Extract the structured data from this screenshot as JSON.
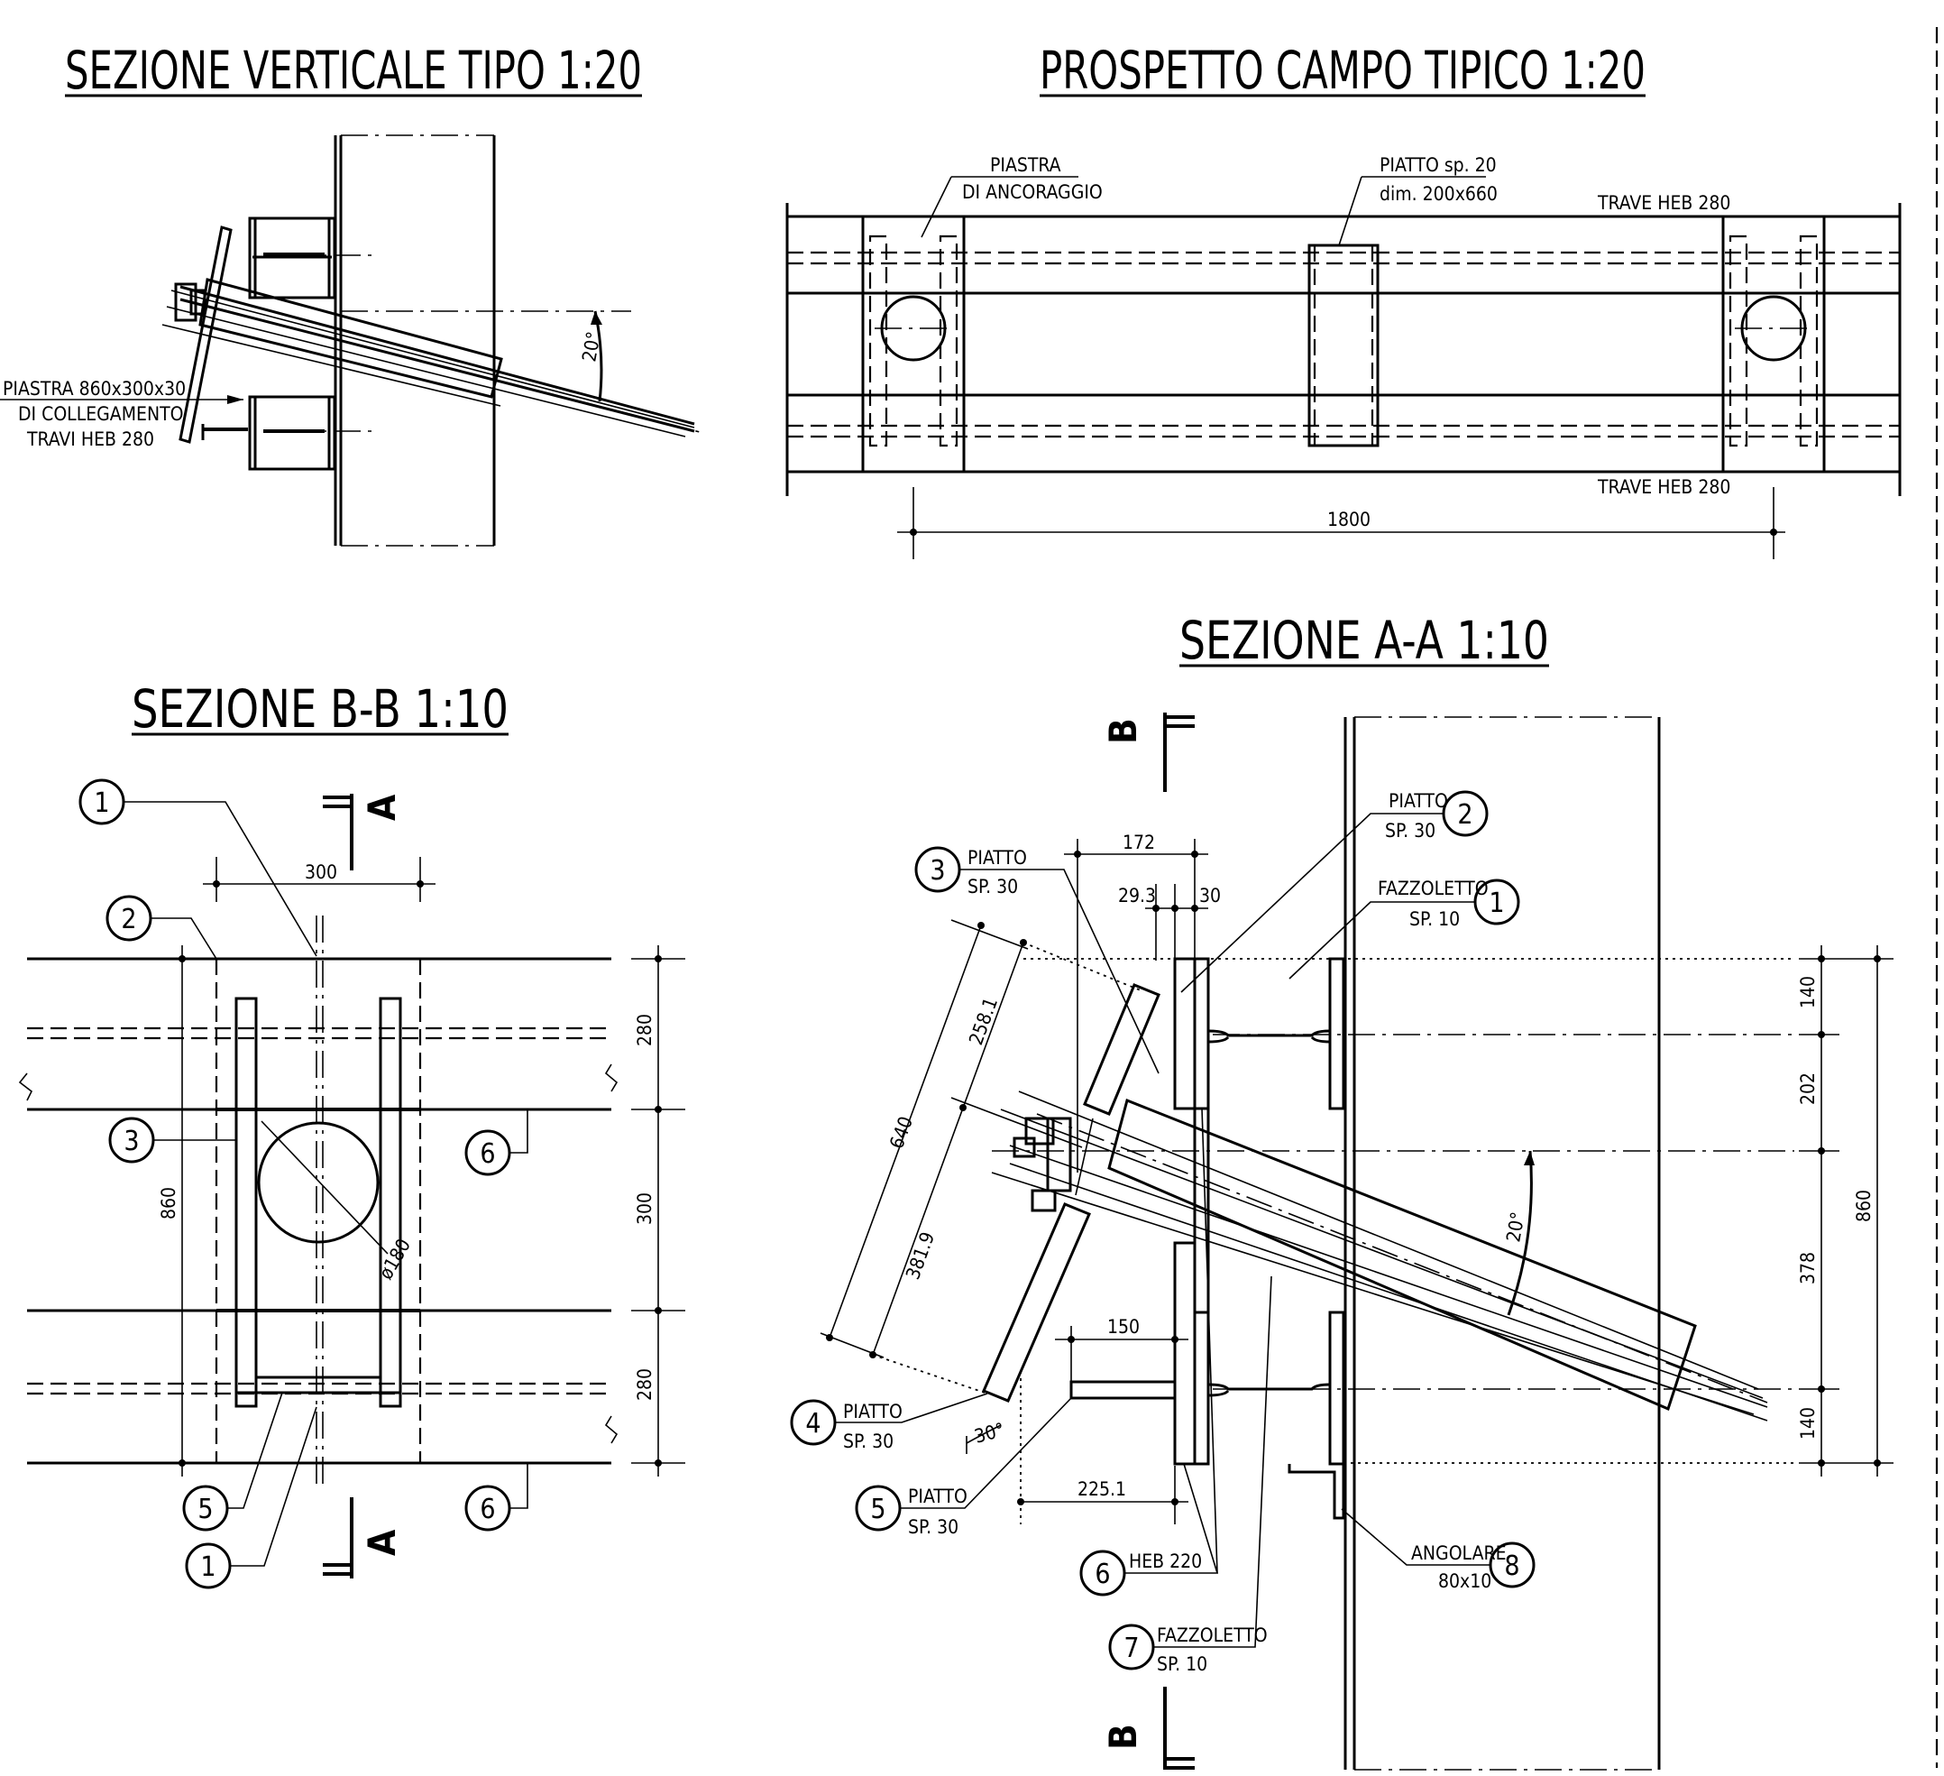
{
  "titles": {
    "vertical_section": "SEZIONE VERTICALE TIPO  1:20",
    "elevation": "PROSPETTO CAMPO TIPICO  1:20",
    "section_aa": "SEZIONE A-A  1:10",
    "section_bb": "SEZIONE B-B  1:10"
  },
  "vertical_section": {
    "plate_label": [
      "PIASTRA 860x300x30",
      "DI COLLEGAMENTO",
      "TRAVI HEB 280"
    ],
    "angle": "20°"
  },
  "elevation": {
    "anchor_plate": [
      "PIASTRA",
      "DI ANCORAGGIO"
    ],
    "flat_plate": [
      "PIATTO sp. 20",
      "dim. 200x660"
    ],
    "beam_top": "TRAVE HEB 280",
    "beam_bottom": "TRAVE HEB 280",
    "span": "1800"
  },
  "section_bb": {
    "cut_letter": "A",
    "dims": {
      "width": "300",
      "height": "860",
      "top": "280",
      "mid": "300",
      "bottom": "280",
      "hole": "ø180"
    },
    "markers": [
      "1",
      "2",
      "3",
      "6",
      "5",
      "6",
      "1"
    ]
  },
  "section_aa": {
    "cut_letter": "B",
    "dims": {
      "d172": "172",
      "d29": "29.3",
      "d30": "30",
      "d640": "640",
      "d258": "258.1",
      "d381": "381.9",
      "d150": "150",
      "d225": "225.1",
      "a30": "30°",
      "a20": "20°",
      "r140a": "140",
      "r202": "202",
      "r378": "378",
      "r140b": "140",
      "r860": "860"
    },
    "labels": {
      "m2": [
        "PIATTO",
        "SP. 30"
      ],
      "m1": [
        "FAZZOLETTO",
        "SP. 10"
      ],
      "m3": [
        "PIATTO",
        "SP. 30"
      ],
      "m4": [
        "PIATTO",
        "SP. 30"
      ],
      "m5": [
        "PIATTO",
        "SP. 30"
      ],
      "m6": [
        "HEB 220"
      ],
      "m7": [
        "FAZZOLETTO",
        "SP. 10"
      ],
      "m8": [
        "ANGOLARE",
        "80x10"
      ]
    },
    "markers": {
      "m1": "1",
      "m2": "2",
      "m3": "3",
      "m4": "4",
      "m5": "5",
      "m6": "6",
      "m7": "7",
      "m8": "8"
    }
  }
}
